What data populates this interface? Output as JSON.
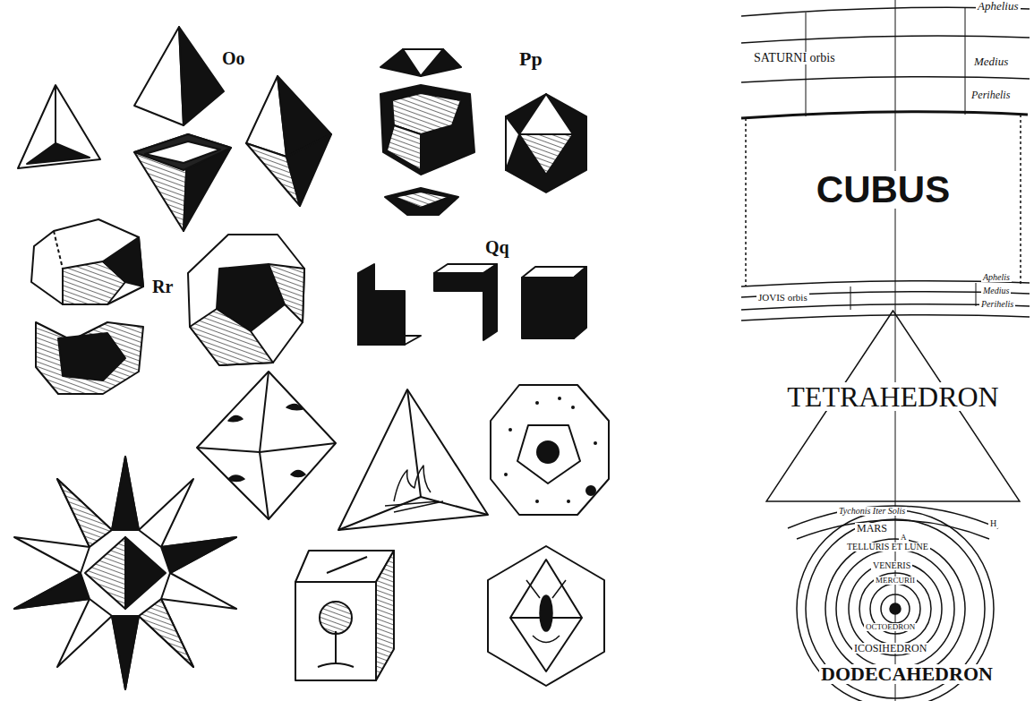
{
  "diagram": {
    "nodes": [
      {
        "text": [
          "CUBUS"
        ]
      },
      {
        "text": [
          "TETRAHEDRON"
        ]
      }
    ],
    "labels": [
      "Oo",
      "Pp",
      "Qq",
      "Rr",
      "Aphelius",
      "SATURNI orbis",
      "Medius",
      "Perihelis",
      "JOVIS orbis",
      "Aphelis",
      "Medius",
      "Perihelis",
      "Tychonis Iter Solis",
      "MARS",
      "TELLURIS ET LUNE",
      "VENERIS",
      "MERCURII",
      "OCTOEDRON",
      "ICOSIHEDRON",
      "DODECAHEDRON",
      "A",
      "H"
    ]
  }
}
